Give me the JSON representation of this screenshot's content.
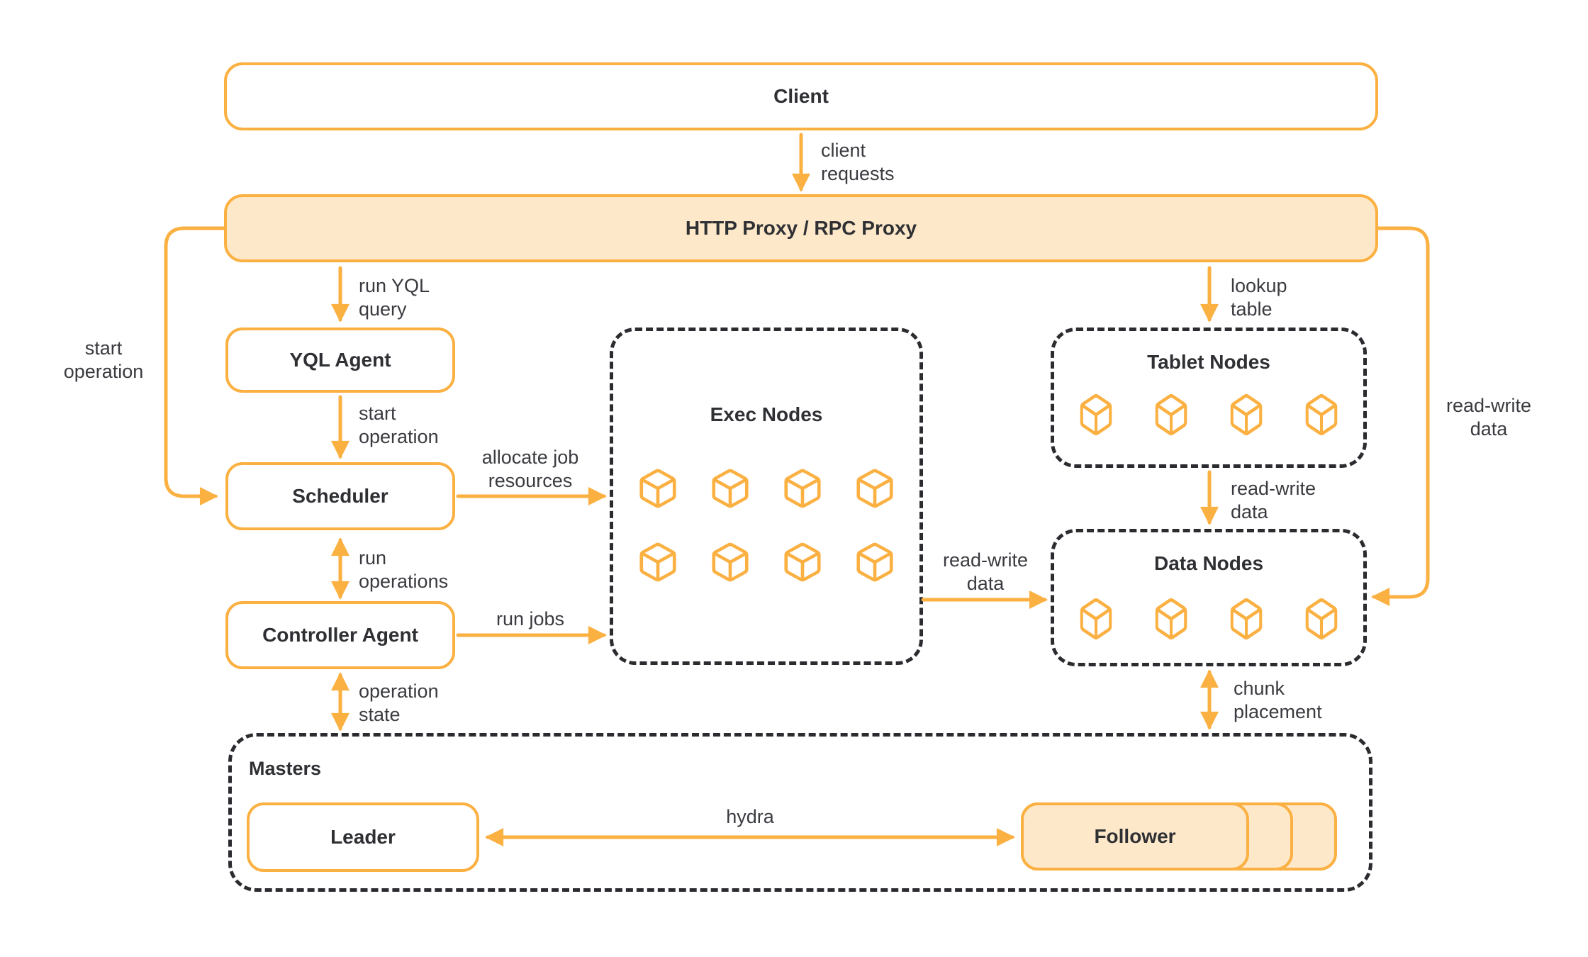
{
  "colors": {
    "accent": "#FBB042",
    "accent_fill": "#FDE8CA",
    "title_text": "#2F3034",
    "label_text": "#3A3B40",
    "dash": "#2B2C30",
    "background": "#FFFFFF"
  },
  "nodes": {
    "client": {
      "label": "Client"
    },
    "proxy": {
      "label": "HTTP Proxy / RPC Proxy"
    },
    "yql_agent": {
      "label": "YQL Agent"
    },
    "scheduler": {
      "label": "Scheduler"
    },
    "controller_agent": {
      "label": "Controller Agent"
    },
    "exec_nodes": {
      "label": "Exec Nodes",
      "cube_rows": [
        4,
        4
      ]
    },
    "tablet_nodes": {
      "label": "Tablet Nodes",
      "cube_rows": [
        4
      ]
    },
    "data_nodes": {
      "label": "Data Nodes",
      "cube_rows": [
        4
      ]
    },
    "masters": {
      "label": "Masters"
    },
    "leader": {
      "label": "Leader"
    },
    "follower": {
      "label": "Follower",
      "stacked_copies": 3
    }
  },
  "edges": {
    "client_requests": {
      "label": "client\nrequests",
      "from": "Client",
      "to": "HTTP Proxy / RPC Proxy",
      "bidirectional": false
    },
    "run_yql_query": {
      "label": "run YQL\nquery",
      "from": "HTTP Proxy / RPC Proxy",
      "to": "YQL Agent",
      "bidirectional": false
    },
    "start_operation": {
      "label": "start\noperation",
      "from": "YQL Agent",
      "to": "Scheduler",
      "bidirectional": false
    },
    "start_operation_proxy": {
      "label": "start\noperation",
      "from": "HTTP Proxy / RPC Proxy",
      "to": "Scheduler",
      "bidirectional": false
    },
    "run_operations": {
      "label": "run\noperations",
      "from": "Scheduler",
      "to": "Controller Agent",
      "bidirectional": true
    },
    "operation_state": {
      "label": "operation\nstate",
      "from": "Controller Agent",
      "to": "Masters",
      "bidirectional": true
    },
    "allocate_job_resources": {
      "label": "allocate job\nresources",
      "from": "Scheduler",
      "to": "Exec Nodes",
      "bidirectional": false
    },
    "run_jobs": {
      "label": "run jobs",
      "from": "Controller Agent",
      "to": "Exec Nodes",
      "bidirectional": false
    },
    "read_write_exec": {
      "label": "read-write\ndata",
      "from": "Exec Nodes",
      "to": "Data Nodes",
      "bidirectional": false
    },
    "lookup_table": {
      "label": "lookup\ntable",
      "from": "HTTP Proxy / RPC Proxy",
      "to": "Tablet Nodes",
      "bidirectional": false
    },
    "read_write_tablet": {
      "label": "read-write\ndata",
      "from": "Tablet Nodes",
      "to": "Data Nodes",
      "bidirectional": false
    },
    "read_write_proxy": {
      "label": "read-write\ndata",
      "from": "HTTP Proxy / RPC Proxy",
      "to": "Data Nodes",
      "bidirectional": false
    },
    "chunk_placement": {
      "label": "chunk\nplacement",
      "from": "Data Nodes",
      "to": "Masters",
      "bidirectional": true
    },
    "hydra": {
      "label": "hydra",
      "from": "Leader",
      "to": "Follower",
      "bidirectional": true
    }
  }
}
